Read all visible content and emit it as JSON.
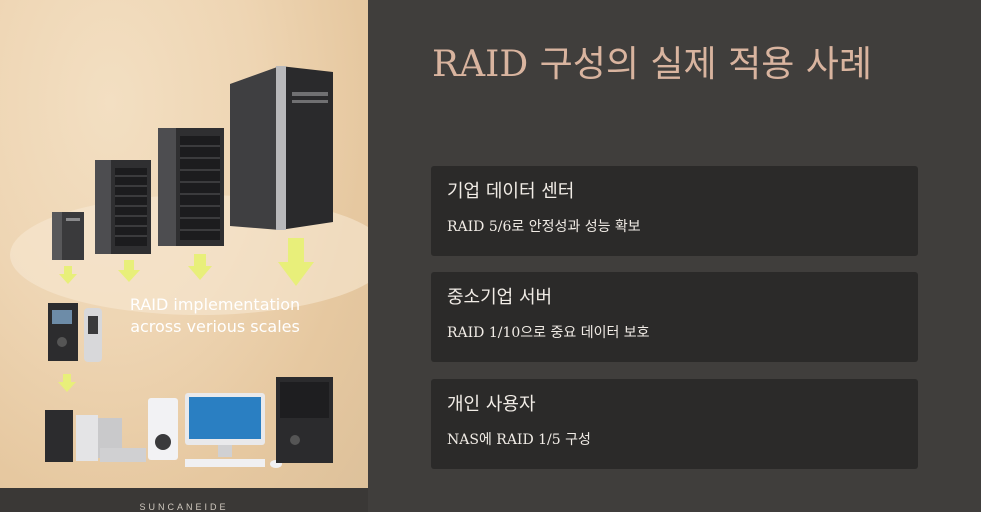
{
  "left_panel": {
    "caption": "RAID implementation across verious scales",
    "footer": "SUNCANEIDE"
  },
  "slide": {
    "title": "RAID 구성의 실제 적용 사례"
  },
  "cards": [
    {
      "title": "기업 데이터 센터",
      "desc": "RAID 5/6로 안정성과 성능 확보"
    },
    {
      "title": "중소기업 서버",
      "desc": "RAID 1/10으로 중요 데이터 보호"
    },
    {
      "title": "개인 사용자",
      "desc": "NAS에 RAID 1/5 구성"
    }
  ],
  "colors": {
    "title": "#d9b49f",
    "panel_bg": "#403e3c",
    "card_bg": "#2b2a29",
    "arrow": "#e8ef7a"
  }
}
